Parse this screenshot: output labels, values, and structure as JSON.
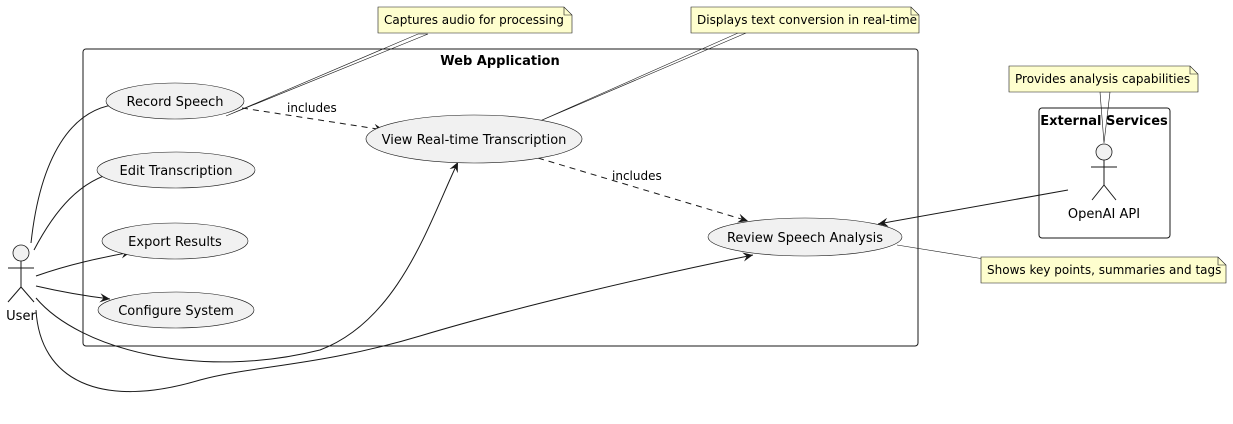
{
  "boundaries": {
    "web_application": "Web Application",
    "external_services": "External Services"
  },
  "actors": {
    "user": "User",
    "openai_api": "OpenAI API"
  },
  "use_cases": {
    "record_speech": "Record Speech",
    "edit_transcription": "Edit Transcription",
    "export_results": "Export Results",
    "configure_system": "Configure System",
    "view_transcription": "View Real-time Transcription",
    "review_analysis": "Review Speech Analysis"
  },
  "notes": {
    "captures_audio": "Captures audio for processing",
    "displays_text": "Displays text conversion in real-time",
    "provides_analysis": "Provides analysis capabilities",
    "shows_key_points": "Shows key points, summaries and tags"
  },
  "relations": {
    "includes_1": "includes",
    "includes_2": "includes"
  },
  "colors": {
    "note_fill": "#fefece",
    "usecase_fill": "#f1f1f1",
    "line": "#181818"
  }
}
